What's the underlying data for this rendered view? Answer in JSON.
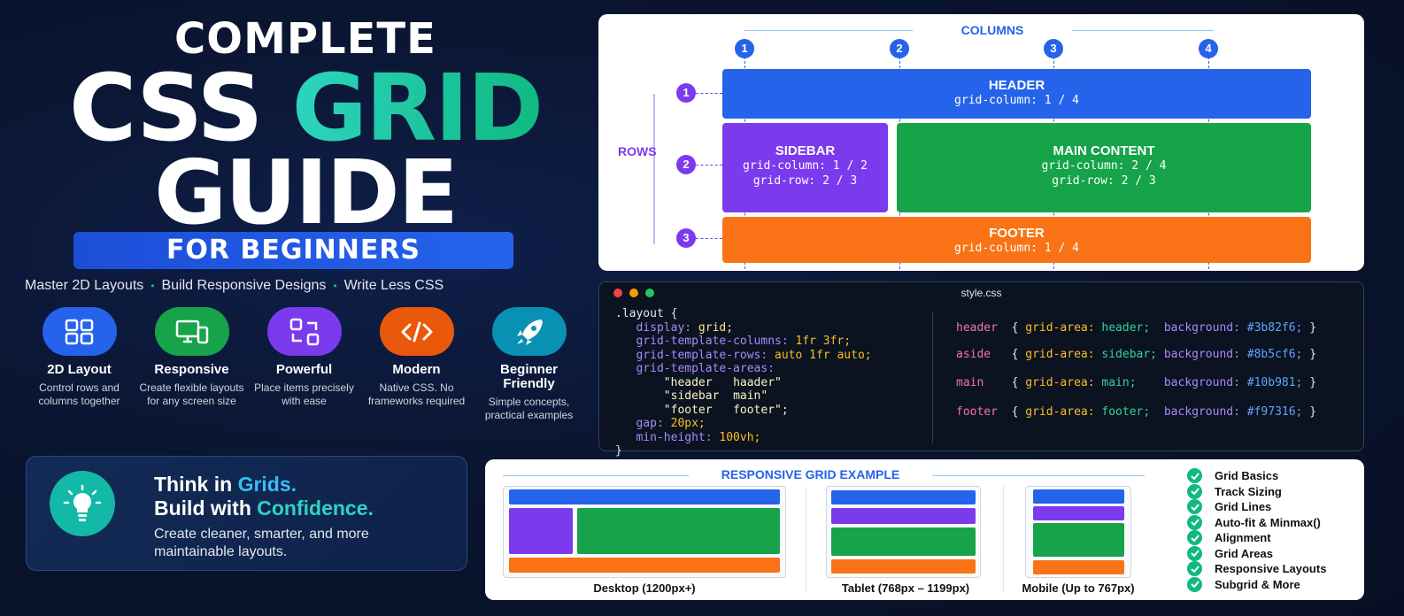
{
  "hero": {
    "line1": "COMPLETE",
    "line2_plain": "CSS ",
    "line2_accent": "GRID",
    "line3": "GUIDE",
    "pill": "FOR BEGINNERS"
  },
  "tagline": {
    "items": [
      "Master 2D Layouts",
      "Build Responsive Designs",
      "Write Less CSS"
    ],
    "separator": "•"
  },
  "features": [
    {
      "title": "2D Layout",
      "desc": "Control rows and columns together",
      "icon": "grid-icon",
      "color": "#2563eb"
    },
    {
      "title": "Responsive",
      "desc": "Create flexible layouts for any screen size",
      "icon": "devices-icon",
      "color": "#16a34a"
    },
    {
      "title": "Powerful",
      "desc": "Place items precisely with ease",
      "icon": "layout-arrows-icon",
      "color": "#7c3aed"
    },
    {
      "title": "Modern",
      "desc": "Native CSS. No frameworks required",
      "icon": "code-icon",
      "color": "#ea580c"
    },
    {
      "title": "Beginner Friendly",
      "desc": "Simple concepts, practical examples",
      "icon": "rocket-icon",
      "color": "#0891b2"
    }
  ],
  "think": {
    "l1_plain": "Think in ",
    "l1_accent": "Grids.",
    "l2_plain": "Build with ",
    "l2_accent": "Confidence.",
    "sub": "Create cleaner, smarter, and more maintainable layouts."
  },
  "diagram": {
    "columns_label": "COLUMNS",
    "rows_label": "ROWS",
    "column_numbers": [
      "1",
      "2",
      "3",
      "4"
    ],
    "row_numbers": [
      "1",
      "2",
      "3"
    ],
    "areas": {
      "header": {
        "name": "HEADER",
        "code1": "grid-column: 1 / 4",
        "color": "#2563eb"
      },
      "sidebar": {
        "name": "SIDEBAR",
        "code1": "grid-column: 1 / 2",
        "code2": "grid-row: 2 / 3",
        "color": "#7c3aed"
      },
      "main": {
        "name": "MAIN CONTENT",
        "code1": "grid-column: 2 / 4",
        "code2": "grid-row: 2 / 3",
        "color": "#16a34a"
      },
      "footer": {
        "name": "FOOTER",
        "code1": "grid-column: 1 / 4",
        "color": "#f97316"
      }
    }
  },
  "editor": {
    "filename": "style.css",
    "left": {
      "selector": ".layout {",
      "l_display_p": "display:",
      "l_display_v": " grid;",
      "l_cols_p": "grid-template-columns:",
      "l_cols_v": " 1fr 3fr;",
      "l_rows_p": "grid-template-rows:",
      "l_rows_v": " auto 1fr auto;",
      "l_areas_p": "grid-template-areas:",
      "a1": "\"header   haader\"",
      "a2": "\"sidebar  main\"",
      "a3": "\"footer   footer\";",
      "l_gap_p": "gap:",
      "l_gap_v": " 20px;",
      "l_minh_p": "min-height:",
      "l_minh_v": " 100vh;",
      "close": "}"
    },
    "right": [
      {
        "sel": "header",
        "area": "header;",
        "hex": "#3b82f6;"
      },
      {
        "sel": "aside",
        "area": "sidebar;",
        "hex": "#8b5cf6;"
      },
      {
        "sel": "main",
        "area": "main;",
        "hex": "#10b981;"
      },
      {
        "sel": "footer",
        "area": "footer;",
        "hex": "#f97316;"
      }
    ],
    "tokens": {
      "open": "{",
      "close": "}",
      "grid_area": "grid-area:",
      "background": "background:"
    }
  },
  "responsive": {
    "title": "RESPONSIVE GRID EXAMPLE",
    "devices": [
      {
        "label": "Desktop (1200px+)"
      },
      {
        "label": "Tablet (768px – 1199px)"
      },
      {
        "label": "Mobile (Up to 767px)"
      }
    ],
    "checklist": [
      "Grid Basics",
      "Track Sizing",
      "Grid Lines",
      "Auto-fit & Minmax()",
      "Alignment",
      "Grid Areas",
      "Responsive Layouts",
      "Subgrid & More"
    ]
  },
  "colors": {
    "blue": "#2563eb",
    "purple": "#7c3aed",
    "green": "#16a34a",
    "orange": "#f97316",
    "teal": "#10b981"
  }
}
